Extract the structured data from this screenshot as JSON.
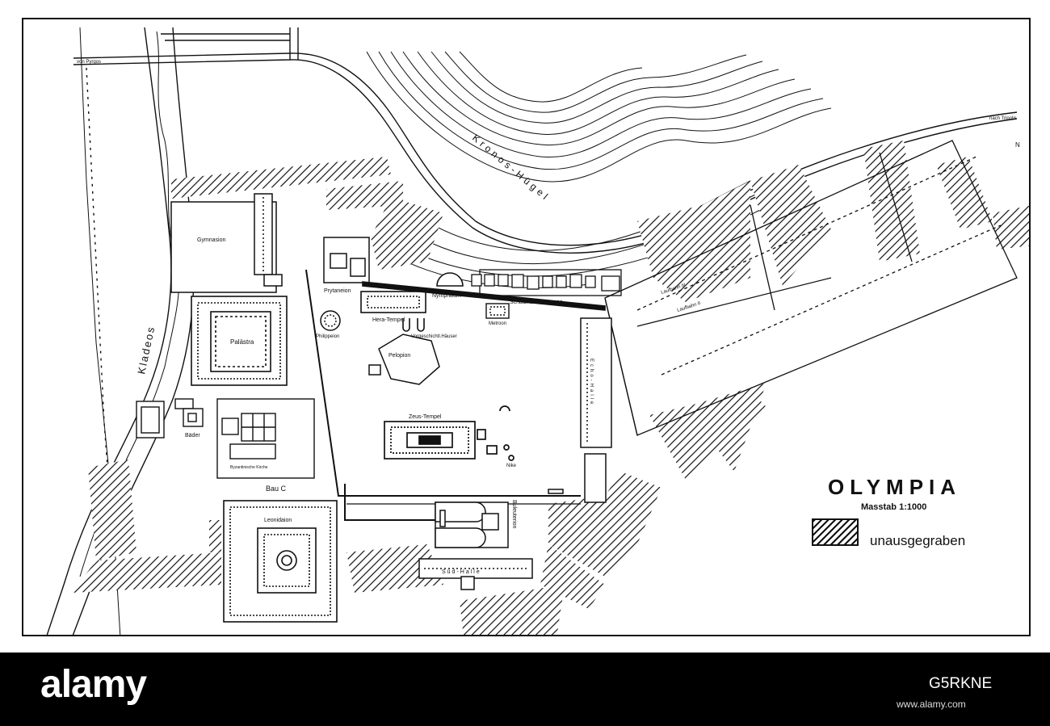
{
  "map": {
    "title": "OLYMPIA",
    "scale": "Masstab 1:1000",
    "legend_label": "unausgegraben",
    "labels": {
      "von_pyrgos": "von Pyrgos",
      "nach_tripolis": "nach Tripolis",
      "north": "N",
      "kronos": "Kronos-Hügel",
      "gymnasion": "Gymnasion",
      "palaestra": "Palästra",
      "prytaneion": "Prytaneion",
      "philippeion": "Philippeion",
      "hera_tempel": "Hera-Tempel",
      "nymphaeum": "Nymphäum",
      "schatzhaus": "Schatzhaus-Terrasse",
      "metroon": "Metroon",
      "vorgeschicht": "Vorgeschichtl.Häuser",
      "pelopion": "Pelopion",
      "zeus_tempel": "Zeus-Tempel",
      "nike": "Nike",
      "baeder": "Bäder",
      "byz_kirche": "Byzantinische Kirche",
      "bau_c": "Bau C",
      "leonidaion": "Leonidaion",
      "buleuterion": "Buleuterion",
      "sued_halle": "Süd-Halle",
      "kladeos": "Kladeos",
      "laufbahn_3": "Laufbahn III",
      "laufbahn_2": "Laufbahn II",
      "echo_halle": "Echo-Halle"
    }
  },
  "watermark": {
    "left": "alamy",
    "right": "G5RKNE",
    "url": "www.alamy.com"
  },
  "colors": {
    "ink": "#111111",
    "paper": "#ffffff",
    "bar": "#000000"
  }
}
